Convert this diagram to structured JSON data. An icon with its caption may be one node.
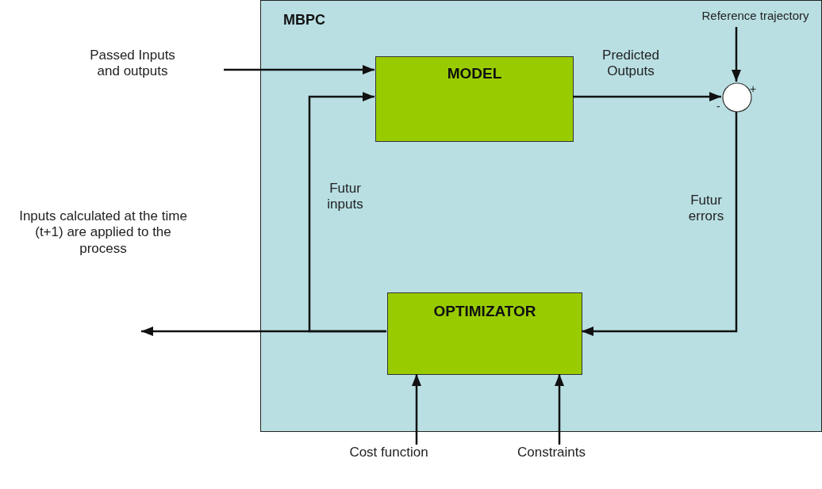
{
  "diagram": {
    "nodes": [
      {
        "text": [
          "MBPC"
        ]
      },
      {
        "text": [
          "MODEL"
        ],
        "in": 0
      },
      {
        "text": [],
        "shape": "circle",
        "in": 0
      },
      {
        "text": [
          "OPTIMIZATOR"
        ],
        "in": 0
      },
      {
        "text": [
          "Passed Inputs and outputs"
        ]
      },
      {
        "text": [
          "Reference trajectory"
        ],
        "in": 0
      },
      {
        "text": [
          "Inputs calculated at the time (t+1) are applied to the process"
        ]
      },
      {
        "text": [
          "Cost function"
        ]
      },
      {
        "text": [
          "Constraints"
        ]
      }
    ],
    "edges": [
      {
        "from": 4,
        "to": 1,
        "arrow": "to"
      },
      {
        "from": 3,
        "to": 1,
        "arrow": "to",
        "label": "Futur inputs"
      },
      {
        "from": 3,
        "to": 6,
        "arrow": "to"
      },
      {
        "from": 1,
        "to": 2,
        "arrow": "to",
        "label": "Predicted Outputs"
      },
      {
        "from": 5,
        "to": 2,
        "arrow": "to"
      },
      {
        "from": 2,
        "to": 3,
        "arrow": "to",
        "label": "Futur errors"
      },
      {
        "from": 7,
        "to": 3,
        "arrow": "to"
      },
      {
        "from": 8,
        "to": 3,
        "arrow": "to"
      }
    ],
    "labels": [
      "+",
      "-"
    ]
  }
}
